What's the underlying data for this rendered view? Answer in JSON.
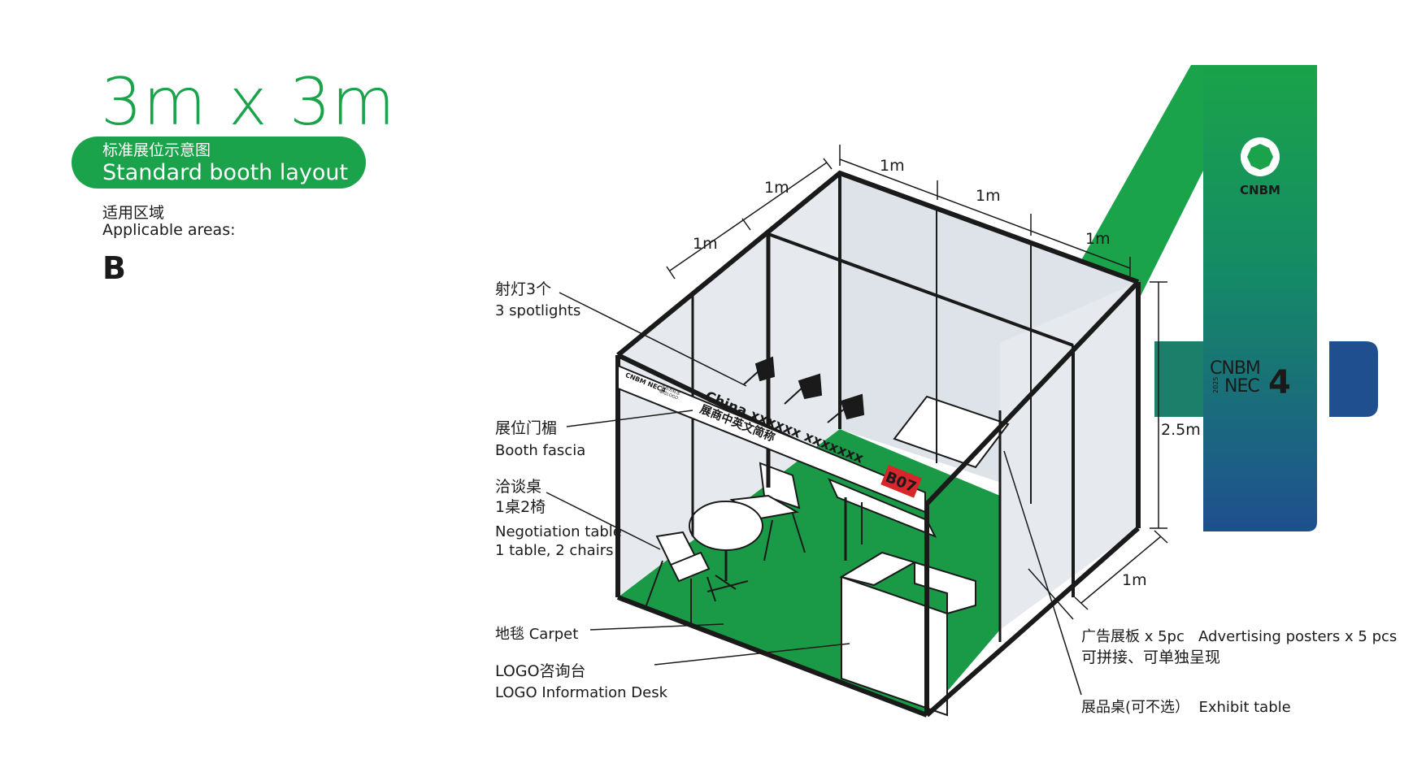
{
  "header": {
    "size_title": "3m x 3m",
    "layout_title_cn": "标准展位示意图",
    "layout_title_en": "Standard booth layout",
    "areas_label_cn": "适用区域",
    "areas_label_en": "Applicable areas:",
    "area_code": "B"
  },
  "dimensions": {
    "left_1": "1m",
    "left_2": "1m",
    "left_3": "1m",
    "back_1": "1m",
    "back_2": "1m",
    "back_3": "1m",
    "height": "2.5m",
    "depth": "1m"
  },
  "booth": {
    "fascia_name_en": "China xxxxxx xxxxxxx",
    "fascia_name_cn": "展商中英文简称",
    "booth_number": "B07",
    "fascia_logo_text": "CNBM NEC4",
    "fascia_logo_sub": "主办方标志",
    "fascia_logo_sub2": "展位LOGO"
  },
  "callouts": {
    "spotlights_cn": "射灯3个",
    "spotlights_en": "3 spotlights",
    "fascia_cn": "展位门楣",
    "fascia_en": "Booth fascia",
    "negotiation_cn1": "洽谈桌",
    "negotiation_cn2": "1桌2椅",
    "negotiation_en1": "Negotiation table",
    "negotiation_en2": "1 table, 2 chairs",
    "carpet": "地毯 Carpet",
    "info_desk_cn": "LOGO咨询台",
    "info_desk_en": "LOGO Information Desk",
    "posters_line1": "广告展板 x 5pc   Advertising posters x 5 pcs",
    "posters_line2": "可拼接、可单独呈现",
    "exhibit_table": "展品桌(可不选）  Exhibit table"
  },
  "branding": {
    "cnbm_label": "CNBM",
    "nec_top": "CNBM",
    "nec_bottom": "NEC",
    "nec_number": "4",
    "nec_year": "2025"
  },
  "colors": {
    "brand_green": "#1aa34a",
    "carpet_green": "#1a9a46",
    "wall_fill": "#dde3e8",
    "banner_teal": "#1b6d78",
    "banner_blue": "#1f4f8f",
    "booth_number_red": "#d8262b"
  }
}
